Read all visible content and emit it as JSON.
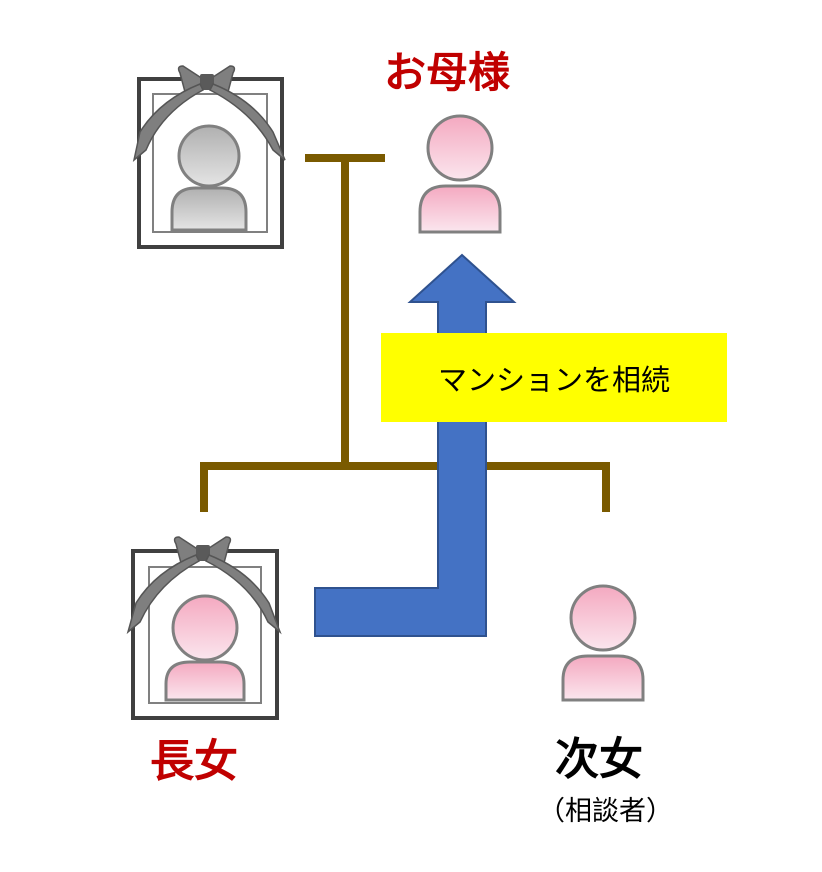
{
  "colors": {
    "line": "#7a5a00",
    "arrow": "#4472c4",
    "arrow_border": "#2f528f",
    "highlight": "#ffff00",
    "red_label": "#c00000",
    "black_label": "#000000",
    "person_pink": "#f4b6c8",
    "person_gray": "#c0c0c0",
    "ribbon": "#7f7f7f",
    "frame": "#404040"
  },
  "people": {
    "mother": {
      "label": "お母様",
      "icon": "person-icon"
    },
    "father": {
      "icon": "memorial-portrait-icon"
    },
    "eldest_daughter": {
      "label": "長女",
      "icon": "memorial-portrait-icon"
    },
    "second_daughter": {
      "label": "次女",
      "note": "（相談者）",
      "icon": "person-icon"
    }
  },
  "inheritance": {
    "text": "マンションを相続",
    "icon": "arrow-up-icon"
  }
}
